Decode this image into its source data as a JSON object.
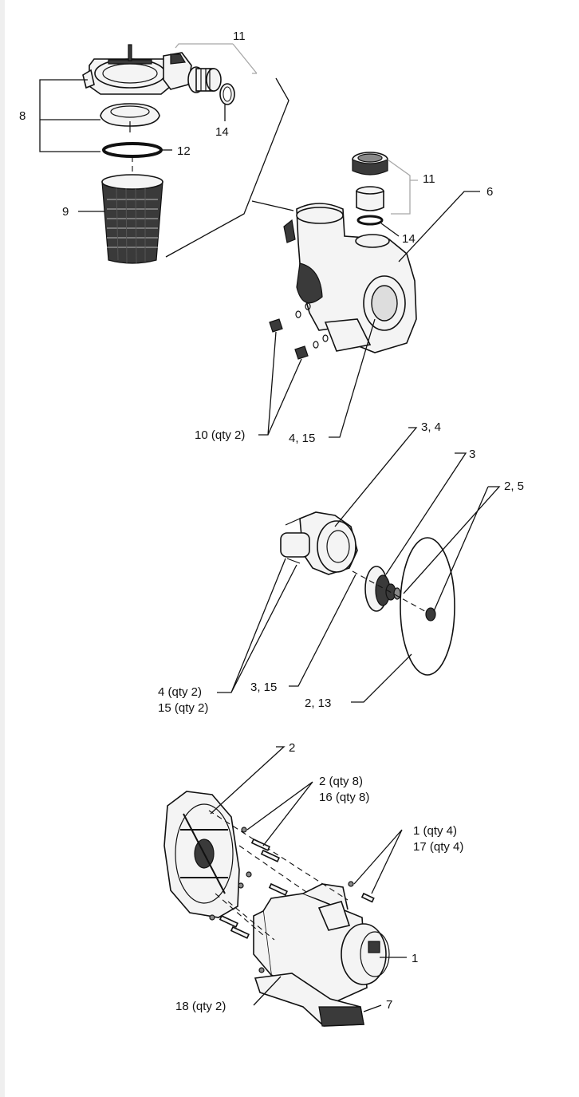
{
  "callouts": {
    "c11a": "11",
    "c8": "8",
    "c14a": "14",
    "c12": "12",
    "c9": "9",
    "c11b": "11",
    "c6": "6",
    "c14b": "14",
    "c10": "10 (qty 2)",
    "c4_15": "4, 15",
    "c3_4": "3, 4",
    "c3": "3",
    "c2_5": "2, 5",
    "c4q": "4 (qty 2)",
    "c15q": "15 (qty 2)",
    "c3_15": "3, 15",
    "c2_13": "2, 13",
    "c2": "2",
    "c2q8": "2 (qty 8)",
    "c16q8": "16 (qty 8)",
    "c1q4": "1 (qty 4)",
    "c17q4": "17 (qty 4)",
    "c1": "1",
    "c18q2": "18 (qty 2)",
    "c7": "7"
  }
}
